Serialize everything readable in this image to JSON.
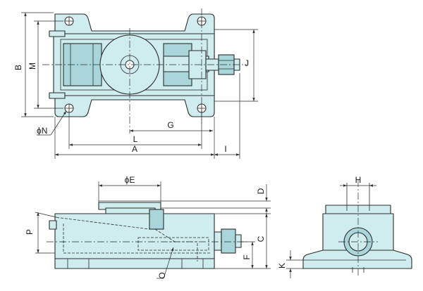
{
  "views": {
    "top": "top-view",
    "front": "front-view",
    "side": "side-view"
  },
  "dimensions": {
    "A": "A",
    "B": "B",
    "M": "M",
    "N": "ϕN",
    "G": "G",
    "L": "L",
    "I": "I",
    "J": "J",
    "E": "ϕE",
    "D": "D",
    "P": "P",
    "C": "C",
    "F": "F",
    "O": "O",
    "H": "H",
    "K": "K"
  },
  "colors": {
    "body": "#cfecef",
    "outline": "#2b2b2b"
  }
}
